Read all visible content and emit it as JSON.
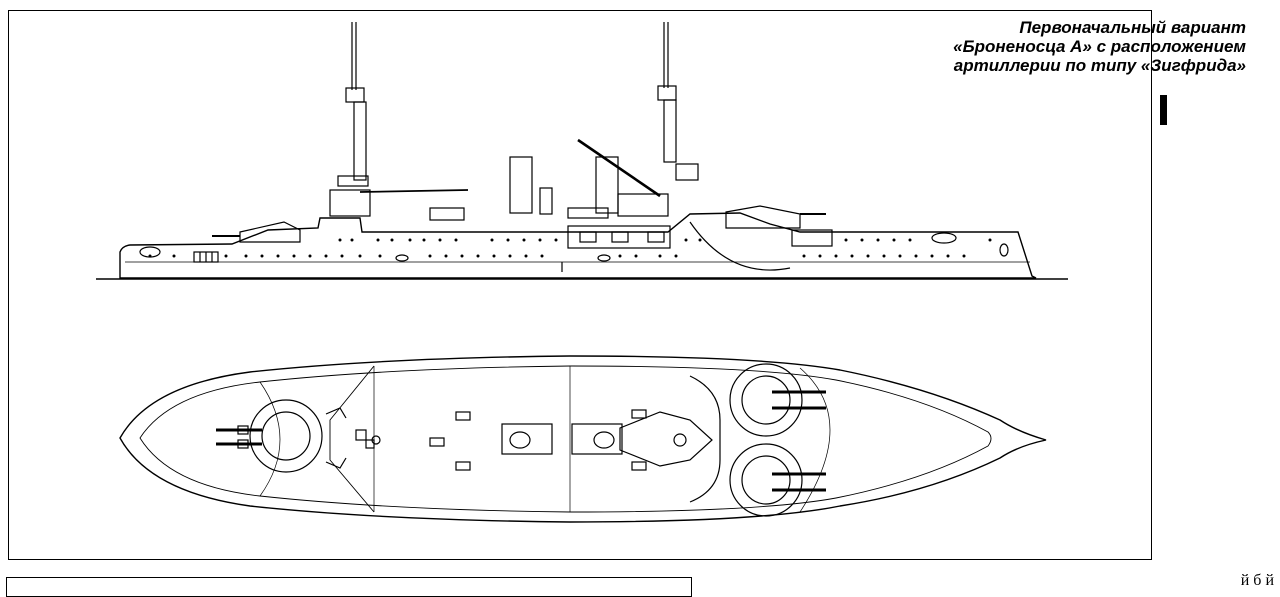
{
  "caption": {
    "line1": "Первоначальный вариант",
    "line2": "«Броненосца А» с расположением",
    "line3": "артиллерии по типу «Зигфрида»"
  },
  "footer": {
    "text_fragment": "й                б й"
  }
}
